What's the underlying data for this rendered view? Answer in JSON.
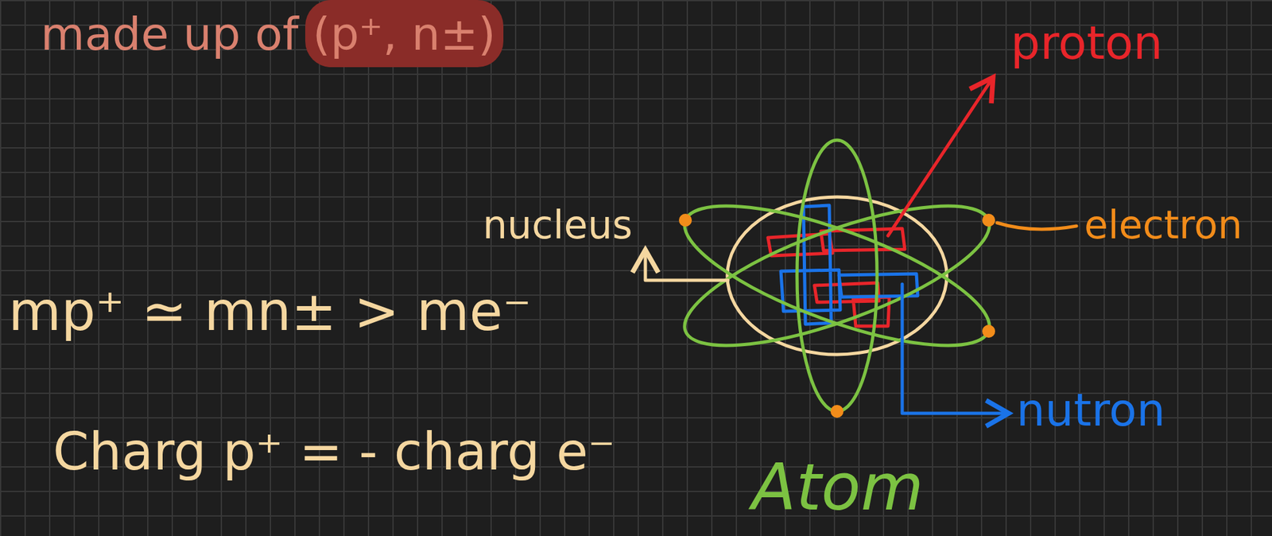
{
  "diagram": {
    "labels": [
      "made up of (p⁺, n±)",
      "mp⁺ ≃ mn± > me⁻",
      "Charg p⁺ = - charg e⁻",
      "proton",
      "nucleus",
      "electron",
      "nutron",
      "Atom"
    ]
  }
}
